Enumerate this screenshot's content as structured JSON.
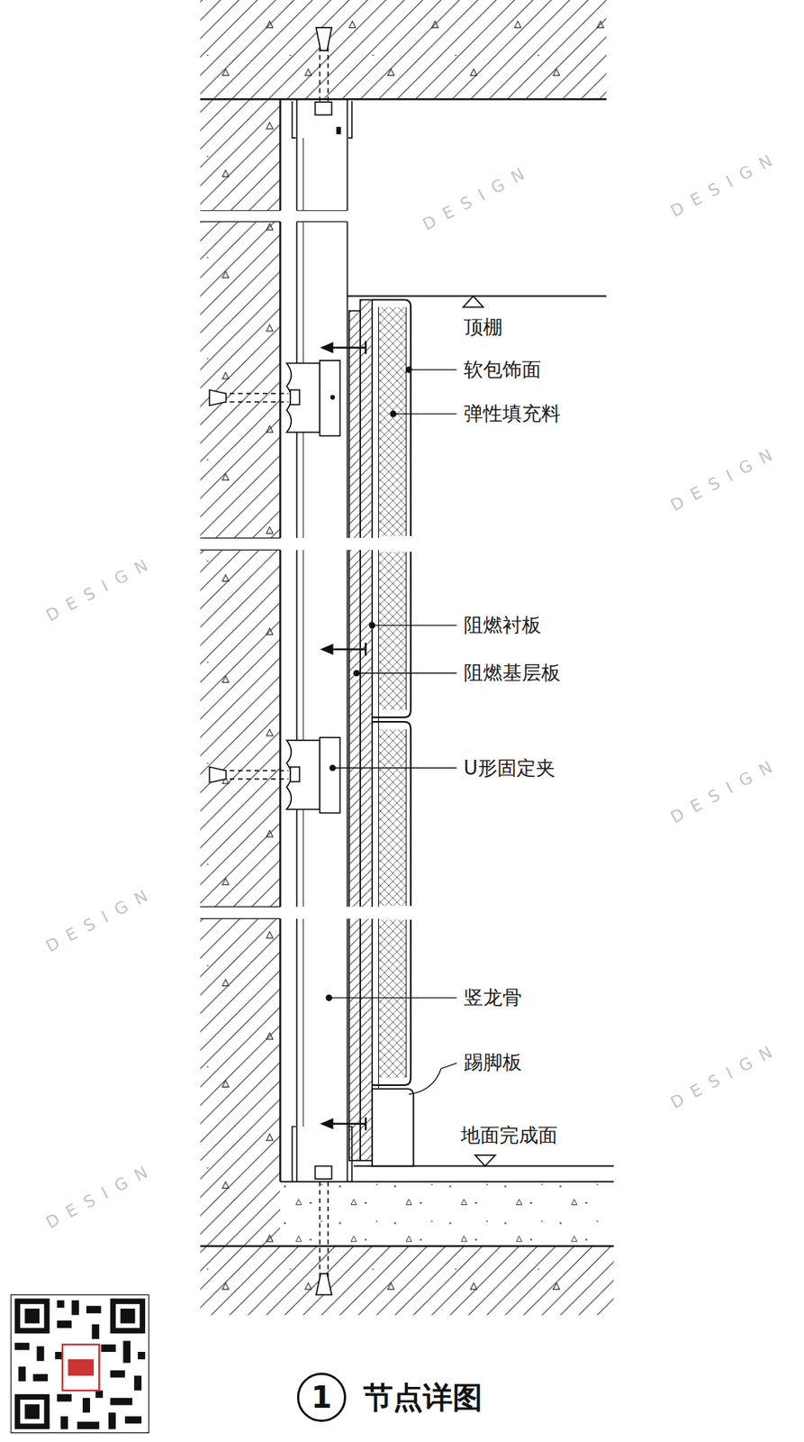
{
  "diagram": {
    "caption": "节点详图",
    "nodes": [
      {
        "text": [
          "1"
        ]
      }
    ],
    "labels": [
      "顶棚",
      "软包饰面",
      "弹性填充料",
      "阻燃衬板",
      "阻燃基层板",
      "U形固定夹",
      "竖龙骨",
      "踢脚板",
      "地面完成面",
      "DESIGN",
      "DESIGN",
      "DESIGN",
      "DESIGN",
      "DESIGN",
      "DESIGN",
      "DESIGN",
      "DESIGN"
    ]
  }
}
